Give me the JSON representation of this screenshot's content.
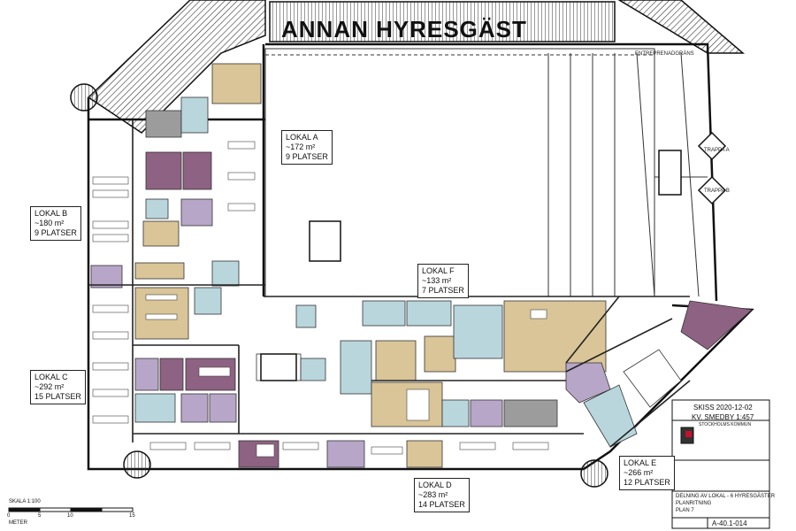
{
  "banner": "ANNAN HYRESGÄST",
  "edge_label": "ENTREPRENADGRÄNS",
  "stair_a": "TRAPPA A",
  "stair_b": "TRAPPA B",
  "units": [
    {
      "id": "a",
      "name": "LOKAL A",
      "area": "~172 m²",
      "seats": "9 PLATSER"
    },
    {
      "id": "b",
      "name": "LOKAL B",
      "area": "~180 m²",
      "seats": "9 PLATSER"
    },
    {
      "id": "c",
      "name": "LOKAL C",
      "area": "~292 m²",
      "seats": "15 PLATSER"
    },
    {
      "id": "d",
      "name": "LOKAL D",
      "area": "~283 m²",
      "seats": "14 PLATSER"
    },
    {
      "id": "e",
      "name": "LOKAL E",
      "area": "~266 m²",
      "seats": "12 PLATSER"
    },
    {
      "id": "f",
      "name": "LOKAL F",
      "area": "~133 m²",
      "seats": "7 PLATSER"
    }
  ],
  "scale": {
    "label": "SKALA 1:100",
    "ticks": [
      "0",
      "5",
      "10",
      "15"
    ],
    "unit": "METER"
  },
  "title_block": {
    "sketch": "SKISS 2020-12-02",
    "property": "KV. SMEDBY 1:457",
    "municipality": "STOCKHOLMS KOMMUN",
    "description": [
      "DELNING AV LOKAL - 6 HYRESGÄSTER",
      "PLANRITNING",
      "PLAN 7"
    ],
    "drawing_no": "A-40.1-014"
  },
  "colors": {
    "purple": "#8e6283",
    "lavender": "#b7a6c8",
    "tan": "#d9c597",
    "blue": "#b9d6dd",
    "grey": "#9c9c9c",
    "line": "#1a1a1a"
  }
}
